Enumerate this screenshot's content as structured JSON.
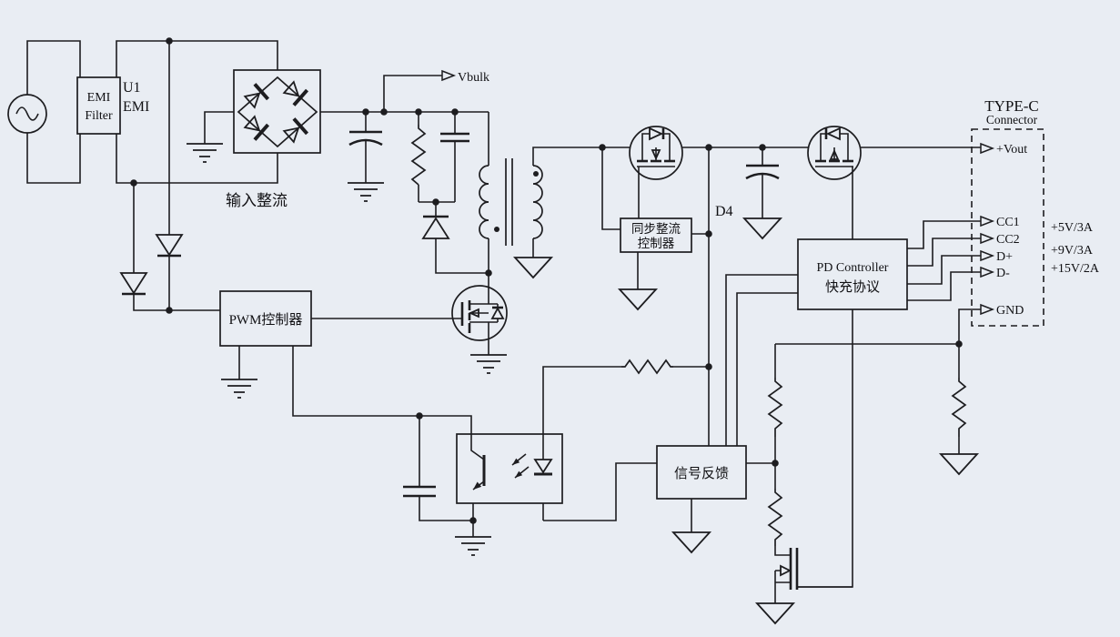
{
  "diagram": {
    "type": "power-supply-schematic",
    "background_color": "#e9edf3",
    "line_color": "#1d1d20",
    "labels": {
      "emi_box_line1": "EMI",
      "emi_box_line2": "Filter",
      "emi_ref_line1": "U1",
      "emi_ref_line2": "EMI",
      "input_rectifier": "输入整流",
      "vbulk": "Vbulk",
      "pwm_controller": "PWM控制器",
      "sync_rect_line1": "同步整流",
      "sync_rect_line2": "控制器",
      "d4": "D4",
      "pd_line1": "PD Controller",
      "pd_line2": "快充协议",
      "signal_feedback": "信号反馈",
      "typec_title": "TYPE-C",
      "typec_subtitle": "Connector",
      "pin_vout": "+Vout",
      "pin_cc1": "CC1",
      "pin_cc2": "CC2",
      "pin_dplus": "D+",
      "pin_dminus": "D-",
      "pin_gnd": "GND",
      "out_5v": "+5V/3A",
      "out_9v": "+9V/3A",
      "out_15v": "+15V/2A"
    }
  }
}
